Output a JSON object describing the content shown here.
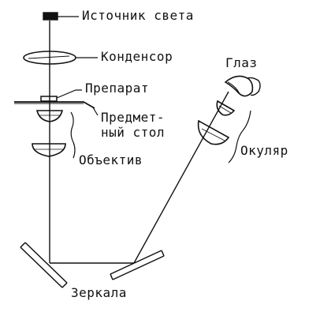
{
  "labels": {
    "light_source": "Источник света",
    "condenser": "Конденсор",
    "specimen": "Препарат",
    "stage_line1": "Предмет-",
    "stage_line2": "ный стол",
    "objective": "Объектив",
    "eye": "Глаз",
    "eyepiece": "Окуляр",
    "mirrors": "Зеркала"
  },
  "colors": {
    "ink": "#111111",
    "paper": "#ffffff"
  }
}
